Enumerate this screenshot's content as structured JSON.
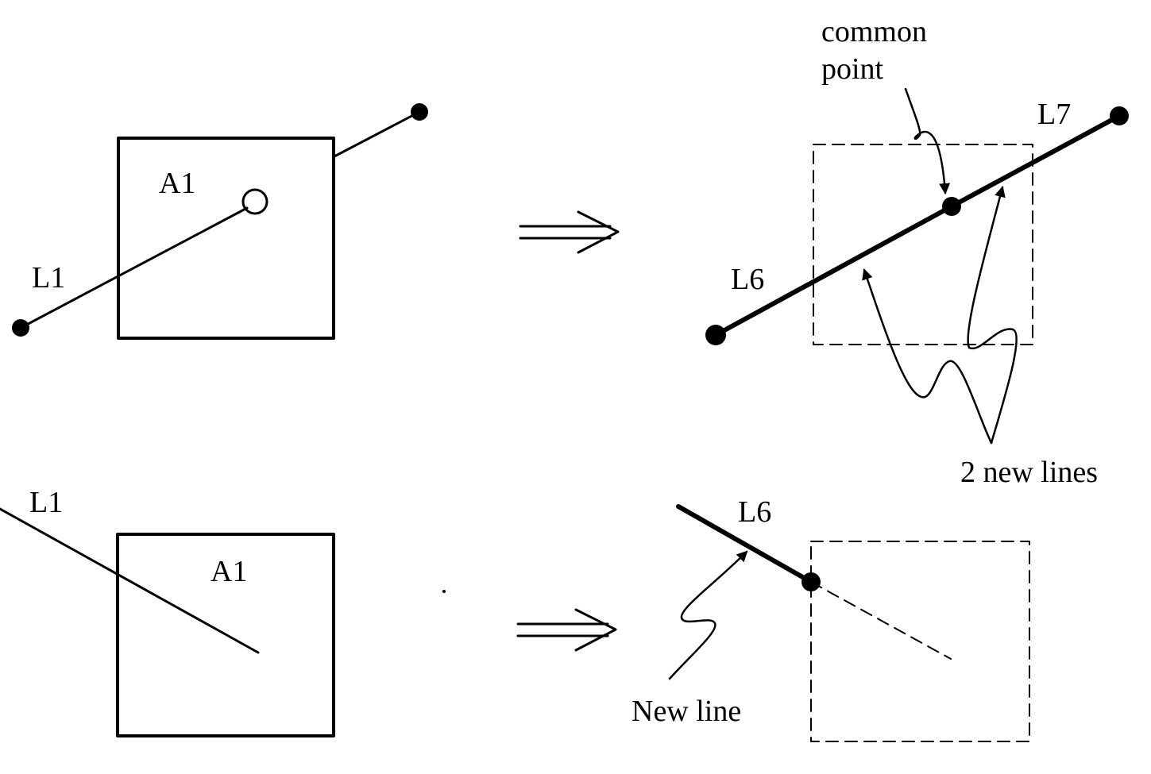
{
  "colors": {
    "ink": "#000000",
    "background": "#ffffff"
  },
  "labels": {
    "top_left_area": "A1",
    "top_left_line": "L1",
    "common_point": [
      "common",
      "point"
    ],
    "top_right_line_left": "L6",
    "top_right_line_right": "L7",
    "two_new_lines": "2 new lines",
    "bottom_left_line": "L1",
    "bottom_left_area": "A1",
    "bottom_right_line": "L6",
    "new_line": "New line"
  }
}
